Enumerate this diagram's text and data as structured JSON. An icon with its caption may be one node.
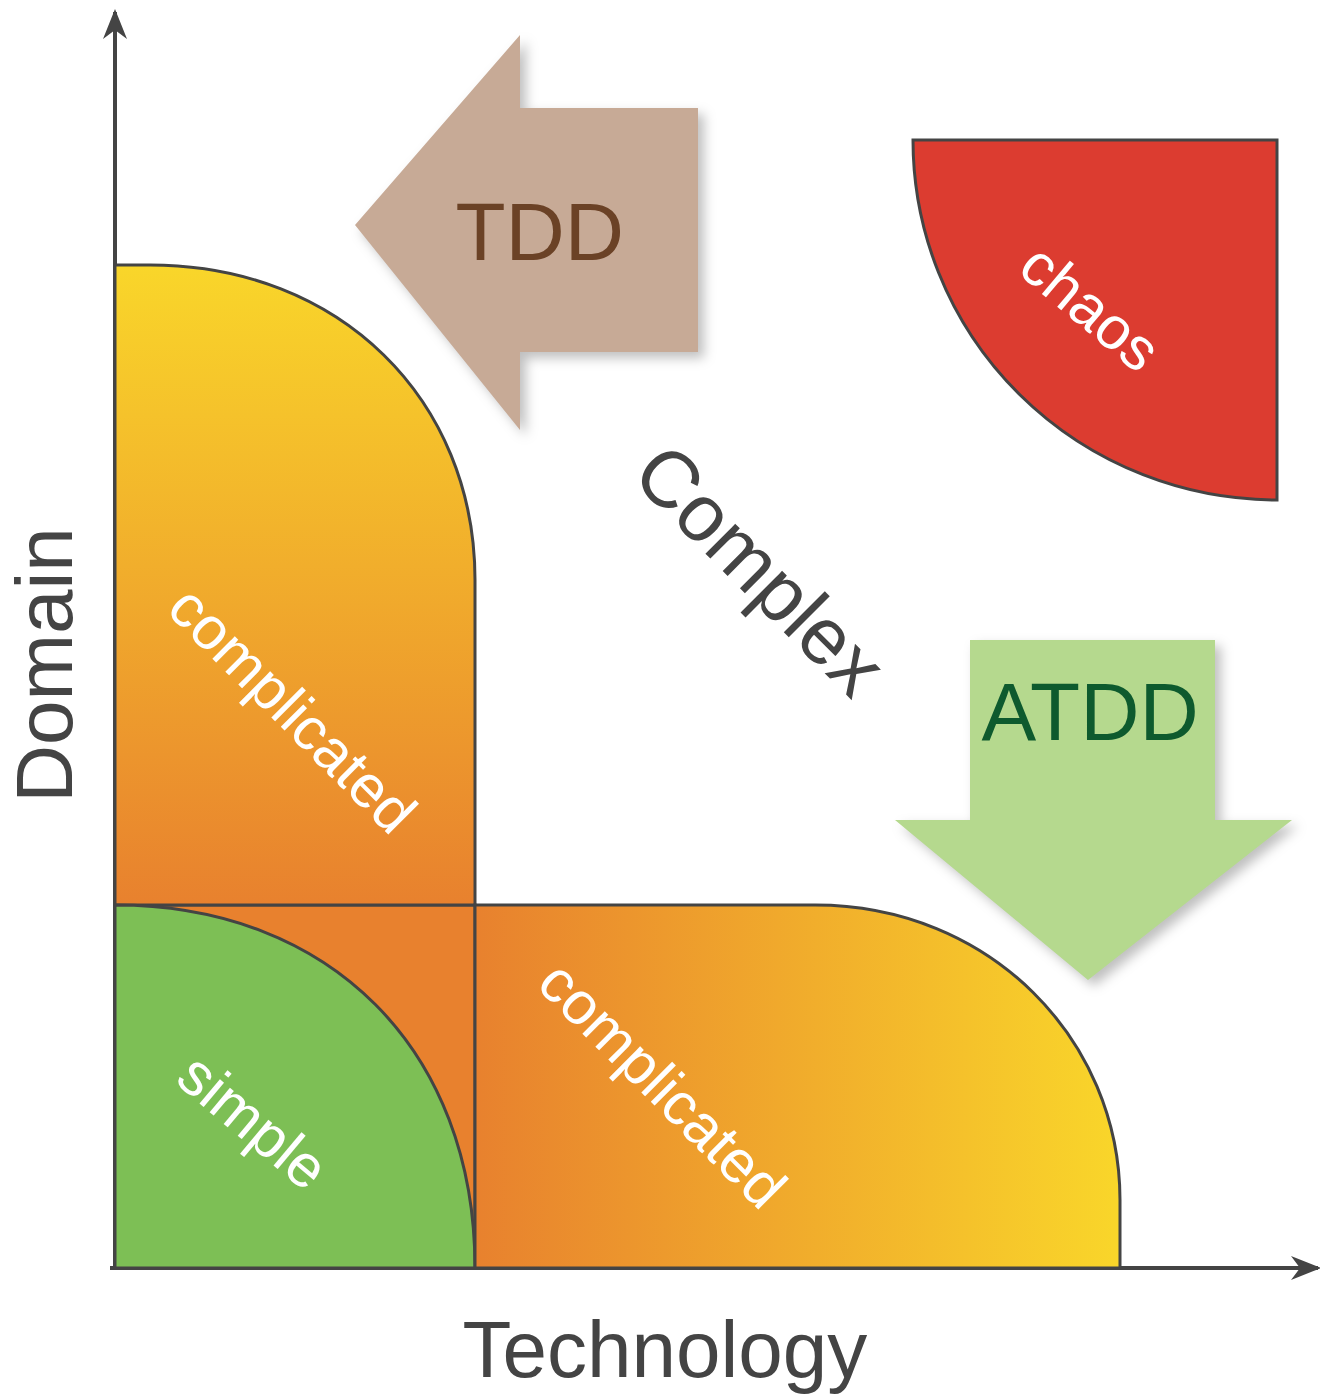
{
  "diagram": {
    "nodes": [
      {
        "text": [
          "TDD"
        ]
      },
      {
        "text": [
          "chaos"
        ]
      },
      {
        "text": [
          "complicated"
        ]
      },
      {
        "text": [
          "ATDD"
        ]
      },
      {
        "text": [
          "simple"
        ]
      },
      {
        "text": [
          "complicated"
        ]
      }
    ],
    "labels": [
      "Complex",
      "Domain",
      "Technology"
    ]
  }
}
